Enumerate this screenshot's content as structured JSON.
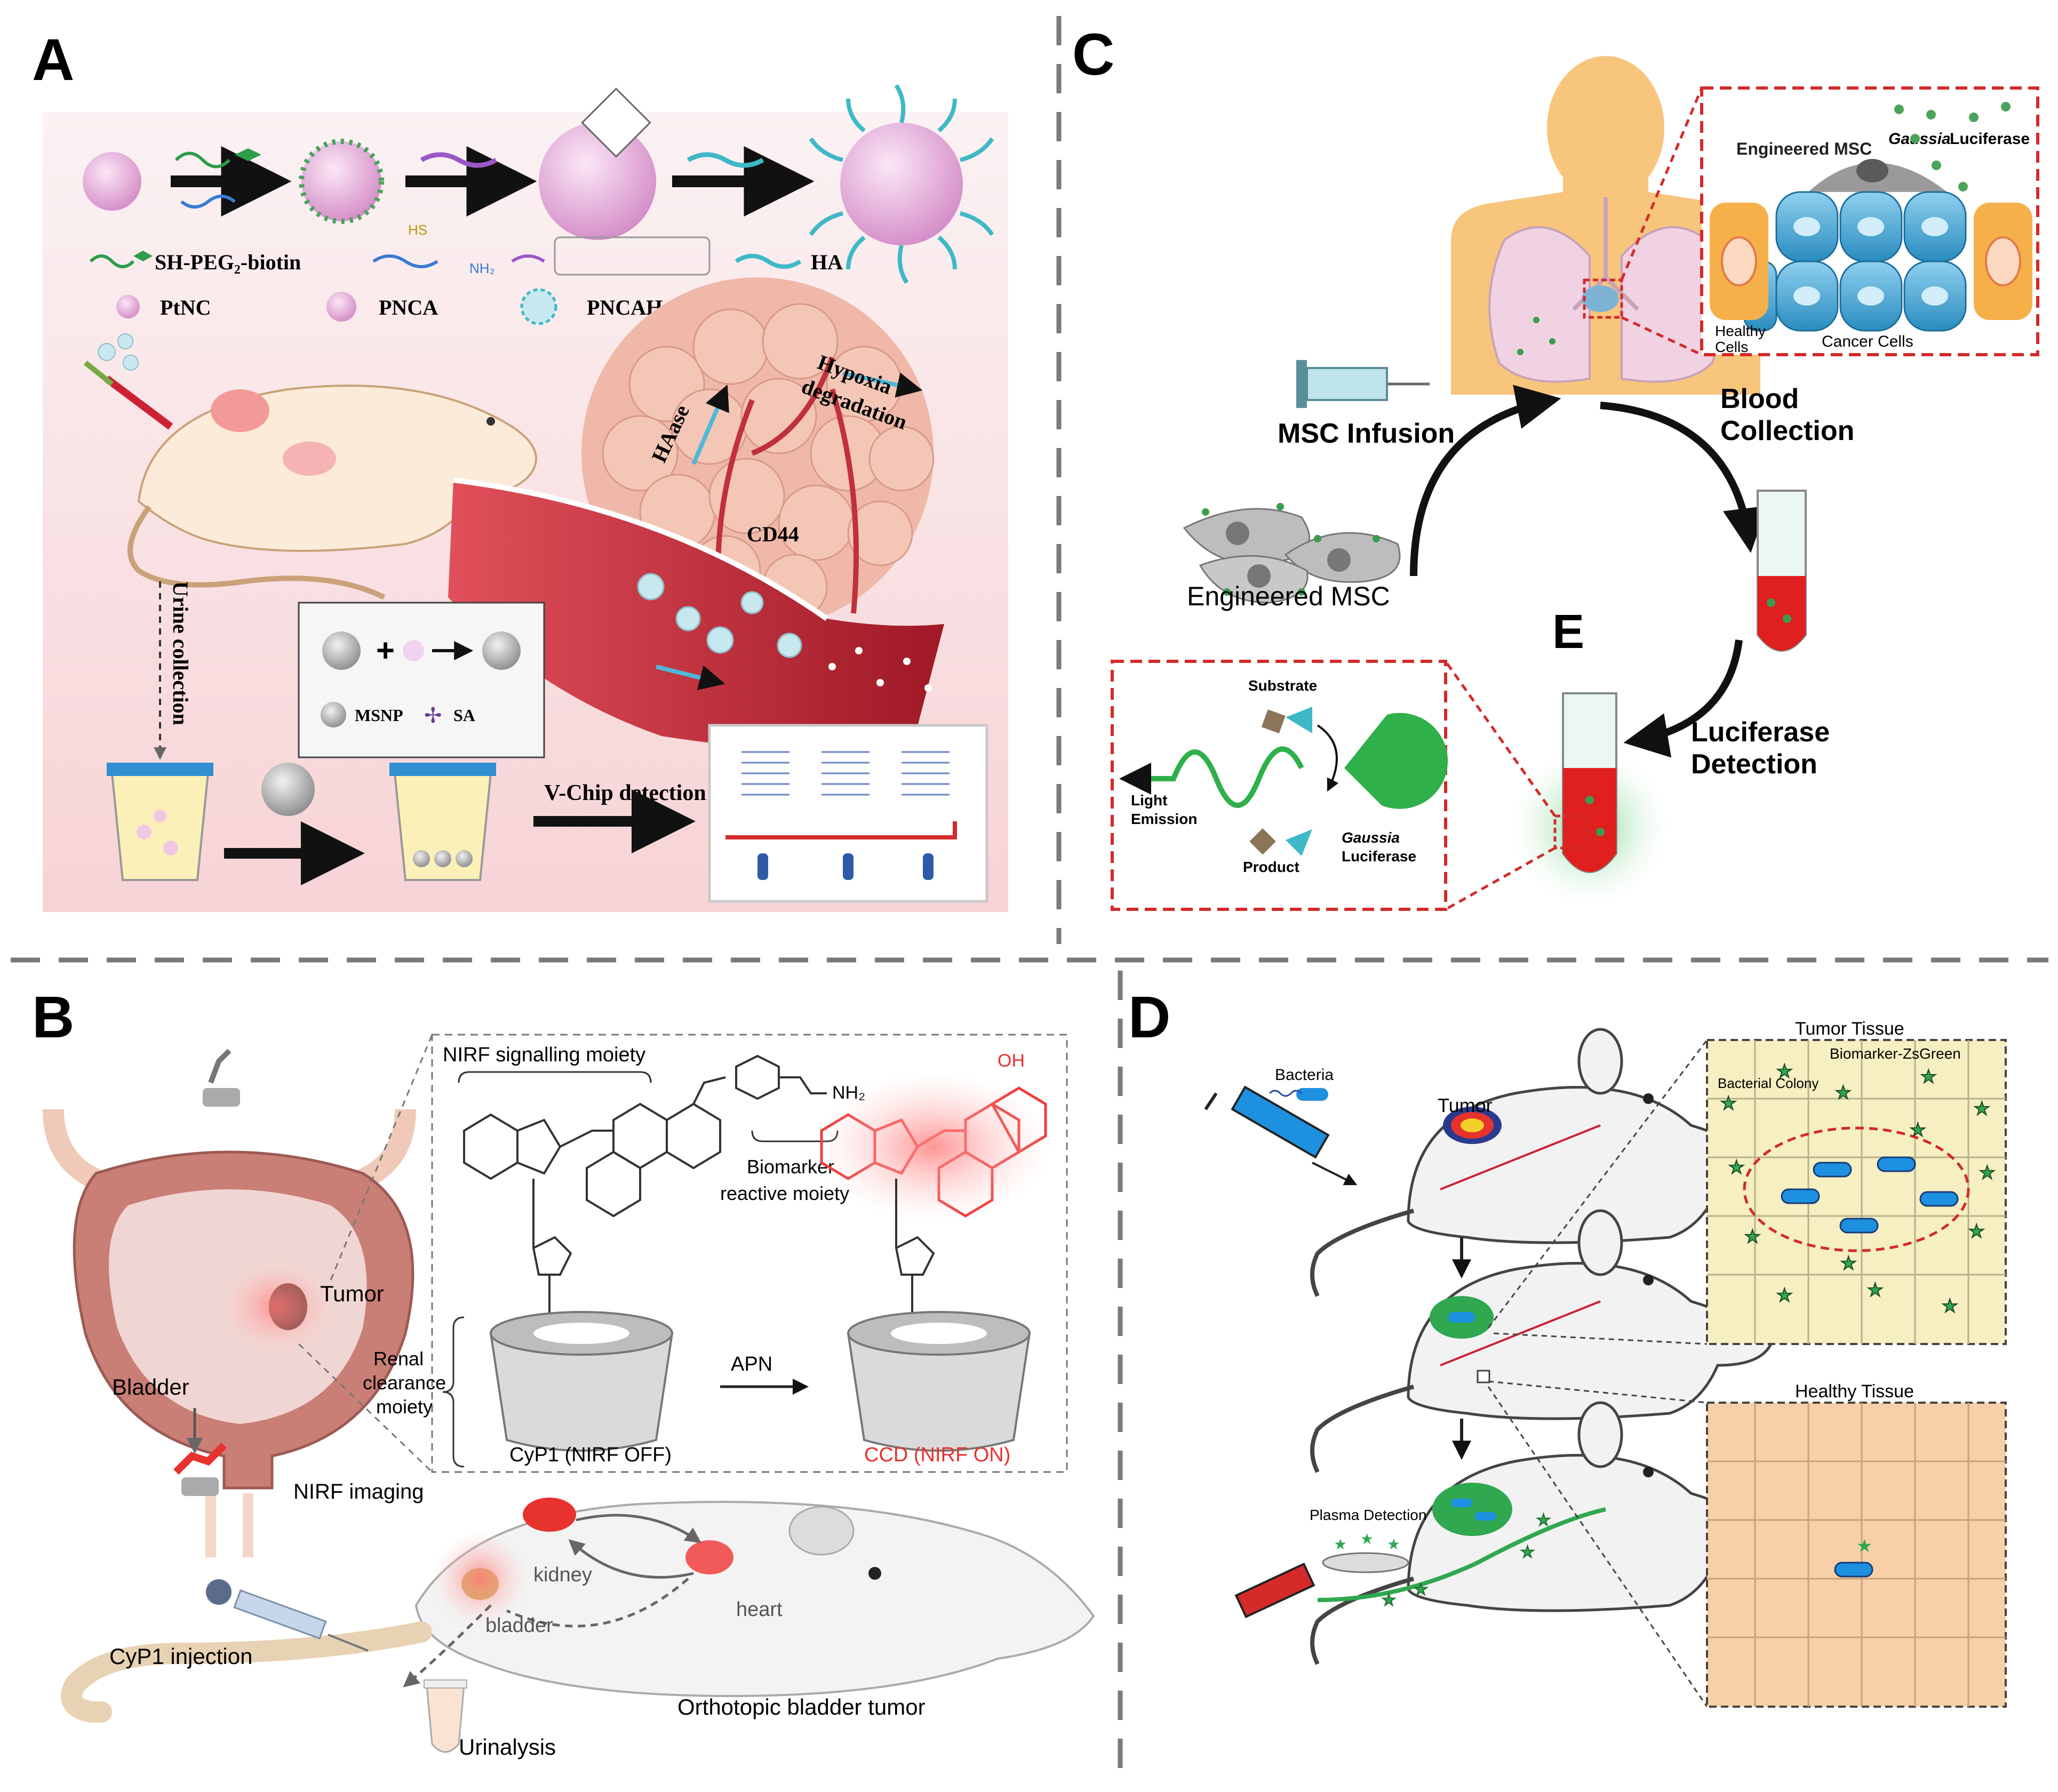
{
  "panels": {
    "A": {
      "label": "A",
      "legend": {
        "sh_peg": "SH-PEG₂-biotin",
        "ha": "HA",
        "ptnc": "PtNC",
        "pnca": "PNCA",
        "pncah": "PNCAH"
      },
      "linker_hs": "HS",
      "linker_nh2": "NH₂",
      "tumor": {
        "haase": "HAase",
        "hypoxia": "Hypoxia",
        "degradation": "degradation",
        "cd44": "CD44"
      },
      "urine": "Urine collection",
      "msnp": "MSNP",
      "sa": "SA",
      "vchip": "V-Chip detection"
    },
    "B": {
      "label": "B",
      "nirf_signal": "NIRF  signalling moiety",
      "biomarker_reactive_1": "Biomarker",
      "biomarker_reactive_2": "reactive moiety",
      "renal_1": "Renal",
      "renal_2": "clearance",
      "renal_3": "moiety",
      "apn": "APN",
      "cyp1": "CyP1 (NIRF  OFF)",
      "ccd": "CCD (NIRF ON)",
      "tumor": "Tumor",
      "bladder_left": "Bladder",
      "nirf_imaging": "NIRF imaging",
      "kidney": "kidney",
      "heart": "heart",
      "bladder": "bladder",
      "cyp1_injection": "CyP1 injection",
      "urinalysis": "Urinalysis",
      "orthotopic": "Orthotopic bladder tumor",
      "oh": "OH",
      "nh2": "NH₂"
    },
    "C": {
      "label": "C",
      "engineered_msc_inset": "Engineered MSC",
      "gaussia": "Gaussia",
      "luciferase_word": " Luciferase",
      "healthy_1": "Healthy",
      "healthy_2": "Cells",
      "cancer_cells": "Cancer Cells",
      "msc_infusion": "MSC Infusion",
      "blood_1": "Blood",
      "blood_2": "Collection",
      "engineered_msc": "Engineered MSC",
      "e_label": "E",
      "lucdet_1": "Luciferase",
      "lucdet_2": "Detection",
      "substrate": "Substrate",
      "light_1": "Light",
      "light_2": "Emission",
      "product": "Product",
      "gaussia_2": "Gaussia",
      "luciferase_2": "Luciferase"
    },
    "D": {
      "label": "D",
      "bacteria": "Bacteria",
      "tumor": "Tumor",
      "tumor_tissue": "Tumor Tissue",
      "biomarker": "Biomarker-ZsGreen",
      "bacterial_colony": "Bacterial Colony",
      "healthy_tissue": "Healthy Tissue",
      "plasma": "Plasma Detection"
    }
  },
  "colors": {
    "divider": "#7a7a7a",
    "red_dash": "#d42a2a",
    "vessel": "#b3212b",
    "green": "#2fa84f",
    "inset_tumor_fill": "#f5efc1",
    "inset_healthy_fill": "#f7d0a8",
    "body_orange": "#f8c57c"
  }
}
